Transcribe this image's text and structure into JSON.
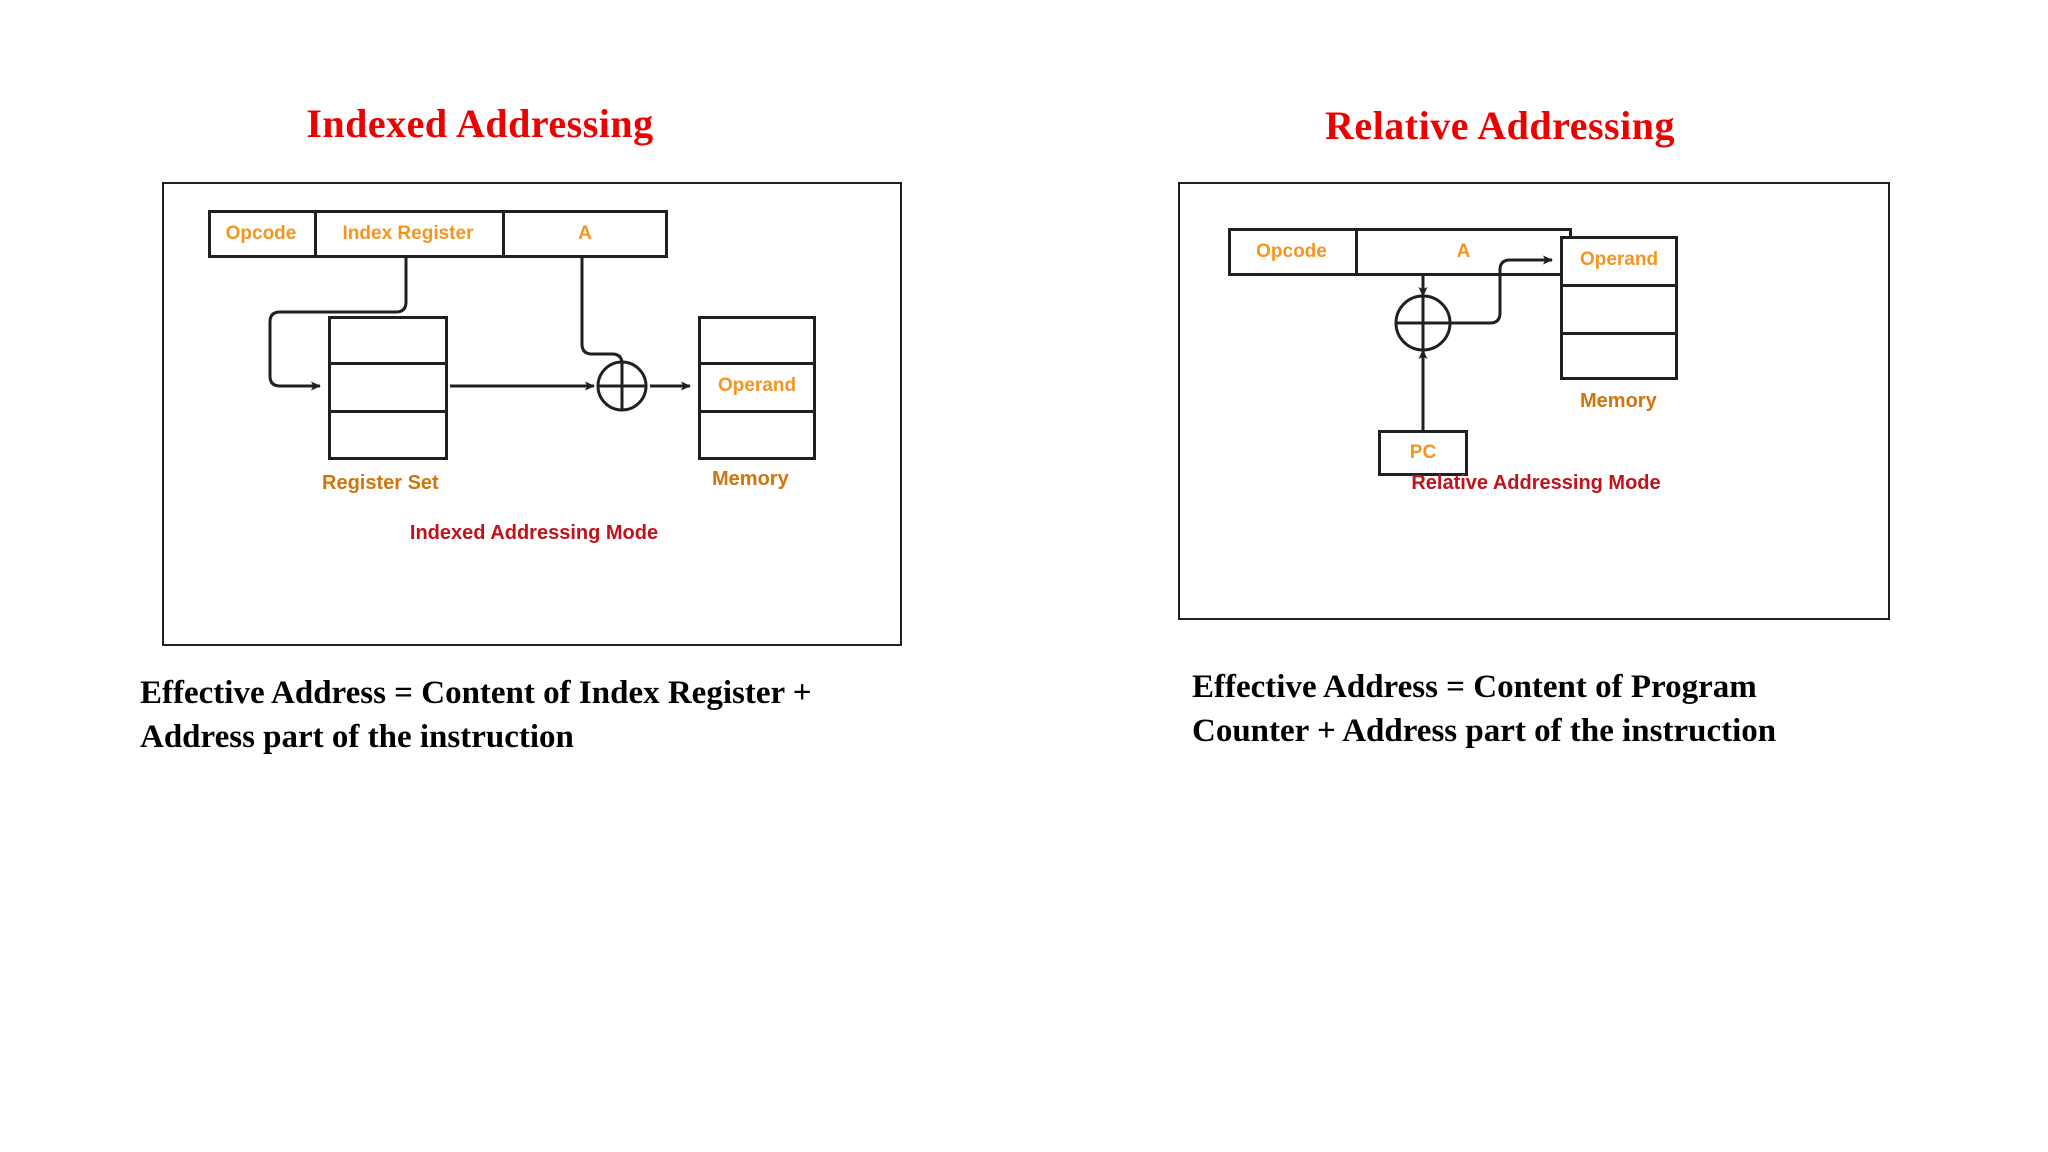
{
  "page": {
    "background": "#ffffff",
    "heading_color": "#ec0000",
    "field_label_color": "#F7941E",
    "caption_color": "#D2730B",
    "mode_caption_color": "#C1121C",
    "line_color": "#231f20"
  },
  "indexed": {
    "heading": "Indexed  Addressing",
    "instruction_fields": [
      {
        "label": "Opcode"
      },
      {
        "label": "Index Register"
      },
      {
        "label": "A"
      }
    ],
    "register_set_label": "Register Set",
    "memory_label": "Memory",
    "memory_cells": [
      "",
      "Operand",
      ""
    ],
    "operand_label": "Operand",
    "adder_symbol": "+",
    "mode_caption": "Indexed Addressing Mode",
    "formula_lines": [
      "Effective Address = Content of Index Register +",
      "Address part of the instruction"
    ]
  },
  "relative": {
    "heading": "Relative Addressing",
    "instruction_fields": [
      {
        "label": "Opcode"
      },
      {
        "label": "A"
      }
    ],
    "pc_label": "PC",
    "memory_label": "Memory",
    "memory_cells": [
      "Operand",
      "",
      ""
    ],
    "operand_label": "Operand",
    "adder_symbol": "+",
    "mode_caption": "Relative Addressing Mode",
    "formula_lines": [
      "Effective Address = Content of Program",
      "Counter +  Address part of the instruction"
    ]
  }
}
